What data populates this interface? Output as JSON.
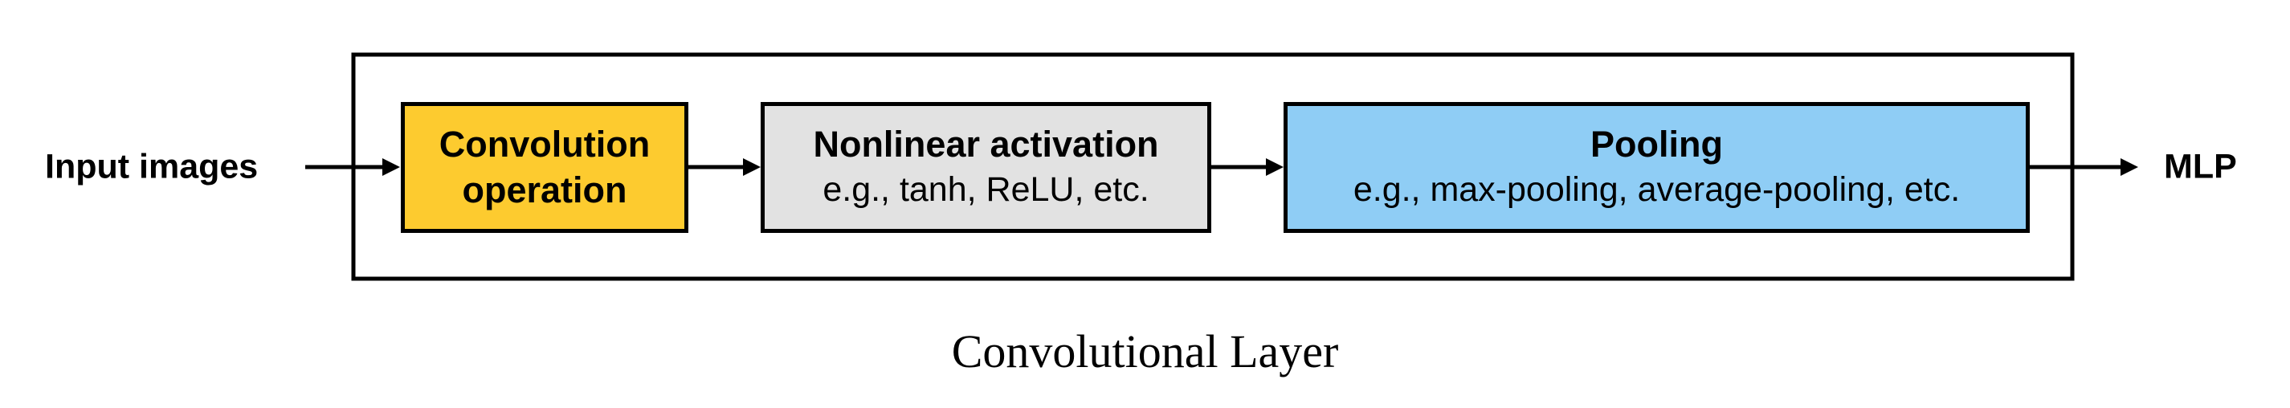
{
  "input_label": "Input images",
  "output_label": "MLP",
  "caption": "Convolutional Layer",
  "stages": [
    {
      "title": "Convolution operation",
      "title_lines": [
        "Convolution",
        "operation"
      ],
      "subtitle": "",
      "fill": "#fdcb2f"
    },
    {
      "title": "Nonlinear activation",
      "subtitle": "e.g., tanh, ReLU, etc.",
      "fill": "#e2e2e2"
    },
    {
      "title": "Pooling",
      "subtitle": "e.g., max-pooling, average-pooling, etc.",
      "fill": "#8fcdf5"
    }
  ],
  "colors": {
    "line": "#000000",
    "background": "#ffffff"
  }
}
